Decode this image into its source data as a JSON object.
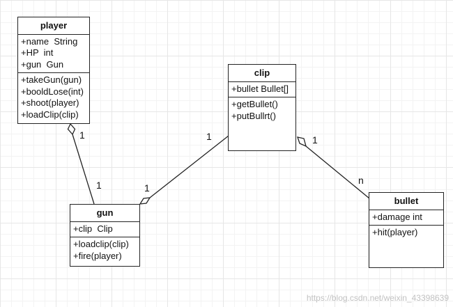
{
  "classes": {
    "player": {
      "name": "player",
      "attributes": [
        "+name  String",
        "+HP  int",
        "+gun  Gun"
      ],
      "methods": [
        "+takeGun(gun)",
        "+booldLose(int)",
        "+shoot(player)",
        "+loadClip(clip)"
      ]
    },
    "clip": {
      "name": "clip",
      "attributes": [
        "+bullet Bullet[]"
      ],
      "methods": [
        "+getBullet()",
        "+putBullrt()"
      ]
    },
    "gun": {
      "name": "gun",
      "attributes": [
        "+clip  Clip"
      ],
      "methods": [
        "+loadclip(clip)",
        "+fire(player)"
      ]
    },
    "bullet": {
      "name": "bullet",
      "attributes": [
        "+damage int"
      ],
      "methods": [
        "+hit(player)"
      ]
    }
  },
  "associations": {
    "player_gun": {
      "end_player": "1",
      "end_gun": "1"
    },
    "clip_gun": {
      "end_clip": "1",
      "end_gun": "1"
    },
    "clip_bullet": {
      "end_clip": "1",
      "end_bullet": "n"
    }
  },
  "watermark": "https://blog.csdn.net/weixin_43398639"
}
